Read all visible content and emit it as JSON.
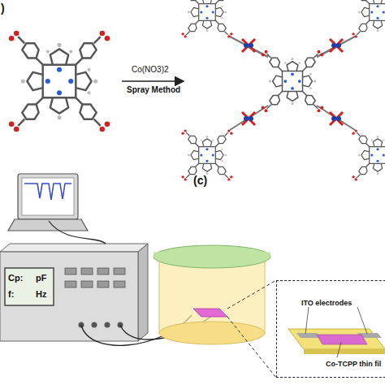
{
  "diagram": {
    "nodes": [
      {
        "text": [
          "ITO electrodes",
          "Co-TCPP thin fil"
        ]
      }
    ],
    "labels": [
      ")",
      "Co(NO3)2",
      "Spray Method",
      "(c)",
      "Cp:",
      "pF",
      "f:",
      "Hz"
    ]
  }
}
